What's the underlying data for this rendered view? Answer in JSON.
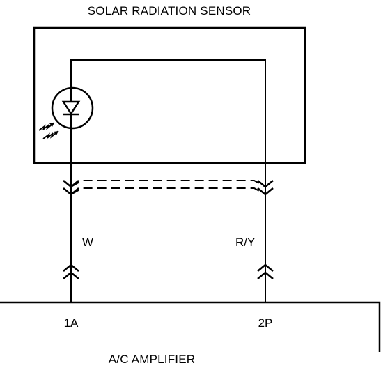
{
  "sensor": {
    "title": "SOLAR RADIATION SENSOR"
  },
  "wires": [
    {
      "color_code": "W",
      "pin": "1A"
    },
    {
      "color_code": "R/Y",
      "pin": "2P"
    }
  ],
  "amplifier": {
    "title": "A/C AMPLIFIER"
  },
  "colors": {
    "ink": "#000000",
    "paper": "#ffffff"
  }
}
